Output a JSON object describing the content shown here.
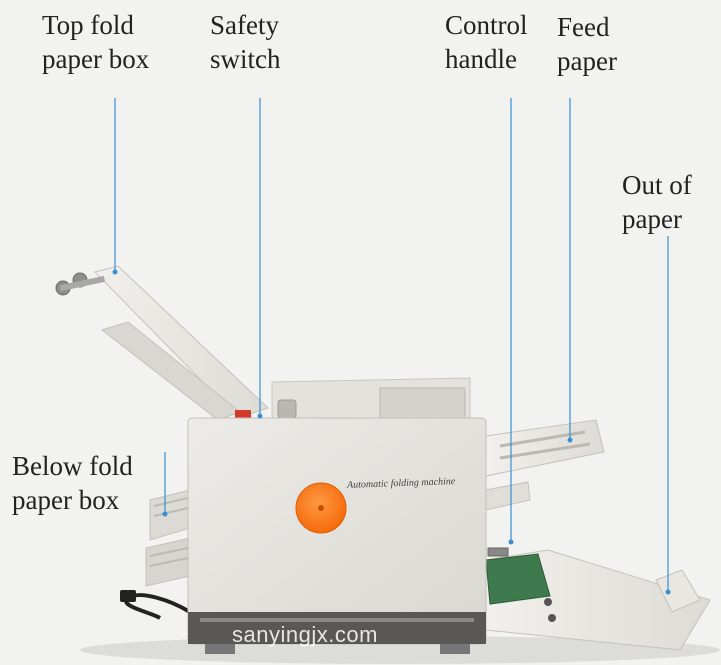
{
  "labels": {
    "top_fold_paper_box": [
      "Top fold",
      "paper box"
    ],
    "safety_switch": [
      "Safety",
      "switch"
    ],
    "control_handle": [
      "Control",
      "handle"
    ],
    "feed_paper": [
      "Feed",
      "paper"
    ],
    "out_of_paper": [
      "Out of",
      "paper"
    ],
    "below_fold_paper_box": [
      "Below fold",
      "paper box"
    ]
  },
  "machine_text": "Automatic folding machine",
  "watermark": "sanyingjx.com",
  "colors": {
    "leader_line": "#3a8fd0",
    "knob": "#ff7a1a",
    "body": "#e6e4df",
    "tray": "#ecebe6",
    "belt": "#3f7a4e",
    "switch": "#d23a2a"
  }
}
